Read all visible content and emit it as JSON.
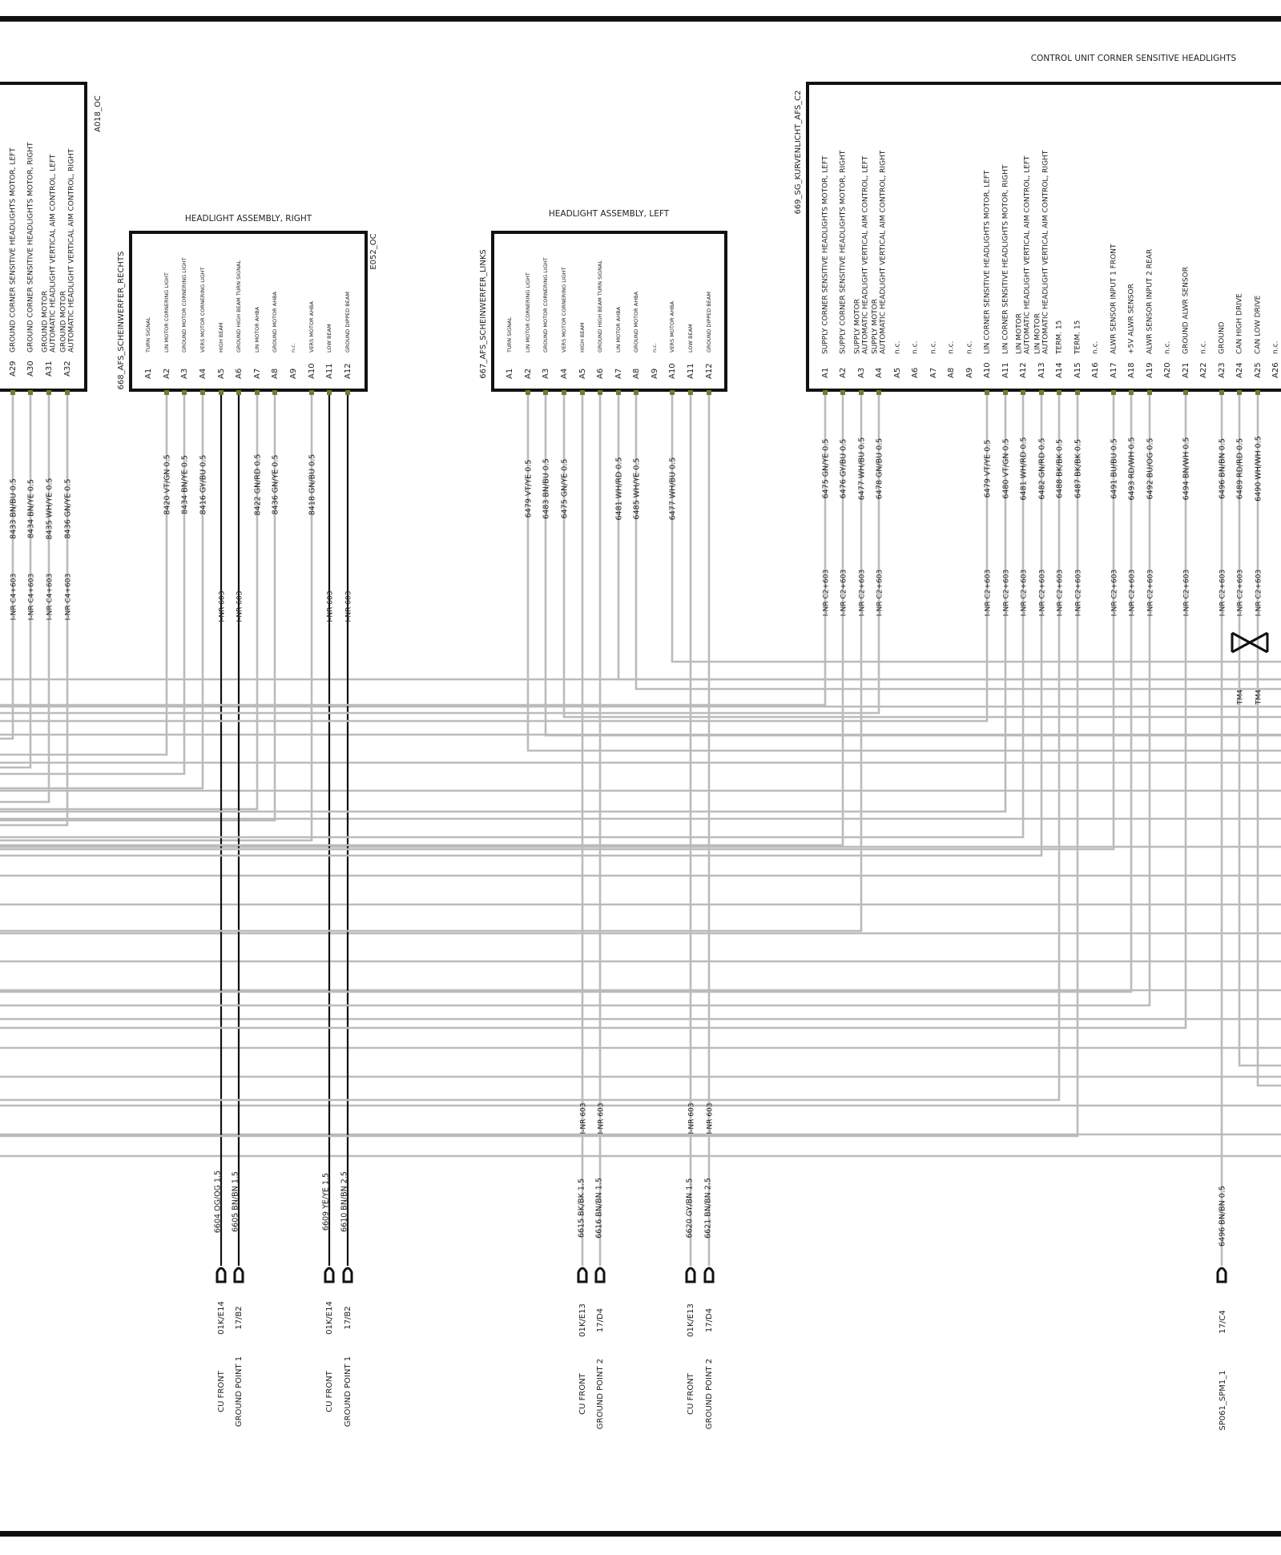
{
  "control_unit": {
    "title": "CONTROL UNIT  CORNER SENSITIVE HEADLIGHTS",
    "connector_id": "669_SG_KURVENLICHT_AFS_C2",
    "pins": [
      {
        "pin": "A1",
        "fn": "SUPPLY  CORNER SENSITIVE HEADLIGHTS   MOTOR, LEFT",
        "wire": "6475 GN/YE 0.5",
        "splice": "I-NR C2+603"
      },
      {
        "pin": "A2",
        "fn": "SUPPLY  CORNER SENSITIVE HEADLIGHTS   MOTOR, RIGHT",
        "wire": "6476 GY/BU 0.5",
        "splice": "I-NR C2+603"
      },
      {
        "pin": "A3",
        "fn": "SUPPLY   MOTOR\nAUTOMATIC HEADLIGHT VERTICAL AIM CONTROL, LEFT",
        "wire": "6477 WH/BU 0.5",
        "splice": "I-NR C2+603"
      },
      {
        "pin": "A4",
        "fn": "SUPPLY   MOTOR\nAUTOMATIC HEADLIGHT VERTICAL AIM CONTROL, RIGHT",
        "wire": "6478 GN/BU 0.5",
        "splice": "I-NR C2+603"
      },
      {
        "pin": "A5",
        "fn": "n.c.",
        "wire": "",
        "splice": ""
      },
      {
        "pin": "A6",
        "fn": "n.c.",
        "wire": "",
        "splice": ""
      },
      {
        "pin": "A7",
        "fn": "n.c.",
        "wire": "",
        "splice": ""
      },
      {
        "pin": "A8",
        "fn": "n.c.",
        "wire": "",
        "splice": ""
      },
      {
        "pin": "A9",
        "fn": "n.c.",
        "wire": "",
        "splice": ""
      },
      {
        "pin": "A10",
        "fn": "LIN    CORNER SENSITIVE HEADLIGHTS    MOTOR, LEFT",
        "wire": "6479 VT/YE 0.5",
        "splice": "I-NR C2+603"
      },
      {
        "pin": "A11",
        "fn": "LIN    CORNER SENSITIVE HEADLIGHTS    MOTOR, RIGHT",
        "wire": "6480 VT/GN 0.5",
        "splice": "I-NR C2+603"
      },
      {
        "pin": "A12",
        "fn": "LIN    MOTOR\nAUTOMATIC HEADLIGHT VERTICAL AIM CONTROL, LEFT",
        "wire": "6481 WH/RD 0.5",
        "splice": "I-NR C2+603"
      },
      {
        "pin": "A13",
        "fn": "LIN    MOTOR\nAUTOMATIC HEADLIGHT VERTICAL AIM CONTROL, RIGHT",
        "wire": "6482 GN/RD 0.5",
        "splice": "I-NR C2+603"
      },
      {
        "pin": "A14",
        "fn": "TERM. 15",
        "wire": "6488 BK/BK 0.5",
        "splice": "I-NR C2+603"
      },
      {
        "pin": "A15",
        "fn": "TERM. 15",
        "wire": "6487 BK/BK 0.5",
        "splice": "I-NR C2+603"
      },
      {
        "pin": "A16",
        "fn": "n.c.",
        "wire": "",
        "splice": ""
      },
      {
        "pin": "A17",
        "fn": "ALWR SENSOR  INPUT  1  FRONT",
        "wire": "6491 BU/BU 0.5",
        "splice": "I-NR C2+603"
      },
      {
        "pin": "A18",
        "fn": "+5V ALWR SENSOR",
        "wire": "6493 RD/WH 0.5",
        "splice": "I-NR C2+603"
      },
      {
        "pin": "A19",
        "fn": "ALWR SENSOR   INPUT  2  REAR",
        "wire": "6492 BU/OG 0.5",
        "splice": "I-NR C2+603"
      },
      {
        "pin": "A20",
        "fn": "n.c.",
        "wire": "",
        "splice": ""
      },
      {
        "pin": "A21",
        "fn": "GROUND ALWR SENSOR",
        "wire": "6494 BN/WH 0.5",
        "splice": "I-NR C2+603"
      },
      {
        "pin": "A22",
        "fn": "n.c.",
        "wire": "",
        "splice": ""
      },
      {
        "pin": "A23",
        "fn": "GROUND",
        "wire": "6496 BN/BN 0.5",
        "splice": "I-NR C2+603"
      },
      {
        "pin": "A24",
        "fn": "CAN HIGH  DRIVE",
        "wire": "6489 RD/RD 0.5",
        "splice": "I-NR C2+603"
      },
      {
        "pin": "A25",
        "fn": "CAN LOW  DRIVE",
        "wire": "6490 WH/WH 0.5",
        "splice": "I-NR C2+603"
      },
      {
        "pin": "A26",
        "fn": "n.c.",
        "wire": "",
        "splice": ""
      }
    ],
    "twist_labels": [
      "TM4",
      "TM4"
    ],
    "ground": {
      "wire": "6496 BN/BN 0.5",
      "ref": "17/C4",
      "name": "SP061_SPM1_1"
    }
  },
  "left_partial": {
    "connector_id": "A018_OC",
    "pins": [
      {
        "pin": "A29",
        "fn": "GROUND  CORNER SENSITIVE HEADLIGHTS   MOTOR, LEFT",
        "wire": "8433 BN/BU 0.5",
        "splice": "I-NR C4+603"
      },
      {
        "pin": "A30",
        "fn": "GROUND  CORNER SENSITIVE HEADLIGHTS   MOTOR, RIGHT",
        "wire": "8434 BN/YE 0.5",
        "splice": "I-NR C4+603"
      },
      {
        "pin": "A31",
        "fn": "GROUND MOTOR\nAUTOMATIC HEADLIGHT VERTICAL AIM CONTROL, LEFT",
        "wire": "8435 WH/YE 0.5",
        "splice": "I-NR C4+603"
      },
      {
        "pin": "A32",
        "fn": "GROUND MOTOR\nAUTOMATIC HEADLIGHT VERTICAL AIM CONTROL, RIGHT",
        "wire": "8436 GN/YE 0.5",
        "splice": "I-NR C4+603"
      }
    ]
  },
  "headlight_right": {
    "title": "HEADLIGHT ASSEMBLY, RIGHT",
    "connector_id": "668_AFS_SCHEINWERFER_RECHTS",
    "ref": "E052_OC",
    "pins": [
      {
        "pin": "A1",
        "fn": "TURN SIGNAL",
        "wire": "",
        "splice": ""
      },
      {
        "pin": "A2",
        "fn": "LIN MOTOR CORNERING LIGHT",
        "wire": "8420 VT/GN 0.5",
        "splice": ""
      },
      {
        "pin": "A3",
        "fn": "GROUND MOTOR CORNERING LIGHT",
        "wire": "8434 BN/YE 0.5",
        "splice": ""
      },
      {
        "pin": "A4",
        "fn": "VERS MOTOR CORNERING LIGHT",
        "wire": "8416 GY/BU 0.5",
        "splice": ""
      },
      {
        "pin": "A5",
        "fn": "HIGH BEAM",
        "wire": "",
        "splice": "I-NR 603"
      },
      {
        "pin": "A6",
        "fn": "GROUND HIGH BEAM  TURN SIGNAL",
        "wire": "",
        "splice": "I-NR 603"
      },
      {
        "pin": "A7",
        "fn": "LIN MOTOR AHBA",
        "wire": "8422 GN/RD 0.5",
        "splice": ""
      },
      {
        "pin": "A8",
        "fn": "GROUND MOTOR AHBA",
        "wire": "8436 GN/YE 0.5",
        "splice": ""
      },
      {
        "pin": "A9",
        "fn": "n.c.",
        "wire": "",
        "splice": ""
      },
      {
        "pin": "A10",
        "fn": "VERS MOTOR AHBA",
        "wire": "8418 GN/BU 0.5",
        "splice": ""
      },
      {
        "pin": "A11",
        "fn": "LOW BEAM",
        "wire": "",
        "splice": "I-NR 603"
      },
      {
        "pin": "A12",
        "fn": "GROUND DIPPED BEAM",
        "wire": "",
        "splice": "I-NR 603"
      }
    ],
    "grounds": [
      {
        "wire": "6604 OG/OG 1.5",
        "ref": "01K/E14",
        "name": "CU FRONT"
      },
      {
        "wire": "6605 BN/BN 1.5",
        "ref": "17/B2",
        "name": "GROUND POINT 1"
      },
      {
        "wire": "6609 YE/YE 1.5",
        "ref": "01K/E14",
        "name": "CU FRONT"
      },
      {
        "wire": "6610 BN/BN 2.5",
        "ref": "17/B2",
        "name": "GROUND POINT 1"
      }
    ]
  },
  "headlight_left": {
    "title": "HEADLIGHT ASSEMBLY, LEFT",
    "connector_id": "667_AFS_SCHEINWERFER_LINKS",
    "pins": [
      {
        "pin": "A1",
        "fn": "TURN SIGNAL",
        "wire": "",
        "splice": ""
      },
      {
        "pin": "A2",
        "fn": "LIN MOTOR CORNERING LIGHT",
        "wire": "6479 VT/YE 0.5",
        "splice": ""
      },
      {
        "pin": "A3",
        "fn": "GROUND MOTOR CORNERING LIGHT",
        "wire": "6483 BN/BU 0.5",
        "splice": ""
      },
      {
        "pin": "A4",
        "fn": "VERS MOTOR CORNERING LIGHT",
        "wire": "6475 GN/YE 0.5",
        "splice": ""
      },
      {
        "pin": "A5",
        "fn": "HIGH BEAM",
        "wire": "",
        "splice": "I-NR 603"
      },
      {
        "pin": "A6",
        "fn": "GROUND HIGH BEAM  TURN SIGNAL",
        "wire": "",
        "splice": "I-NR 603"
      },
      {
        "pin": "A7",
        "fn": "LIN MOTOR AHBA",
        "wire": "6481 WH/RD 0.5",
        "splice": ""
      },
      {
        "pin": "A8",
        "fn": "GROUND MOTOR AHBA",
        "wire": "6485 WH/YE 0.5",
        "splice": ""
      },
      {
        "pin": "A9",
        "fn": "n.c.",
        "wire": "",
        "splice": ""
      },
      {
        "pin": "A10",
        "fn": "VERS MOTOR AHBA",
        "wire": "6477 WH/BU 0.5",
        "splice": ""
      },
      {
        "pin": "A11",
        "fn": "LOW BEAM",
        "wire": "",
        "splice": "I-NR 603"
      },
      {
        "pin": "A12",
        "fn": "GROUND DIPPED BEAM",
        "wire": "",
        "splice": "I-NR 603"
      }
    ],
    "grounds": [
      {
        "wire": "6615 BK/BK 1.5",
        "ref": "01K/E13",
        "name": "CU FRONT"
      },
      {
        "wire": "6616 BN/BN 1.5",
        "ref": "17/D4",
        "name": "GROUND POINT 2"
      },
      {
        "wire": "6620 GY/BN 1.5",
        "ref": "01K/E13",
        "name": "CU FRONT"
      },
      {
        "wire": "6621 BN/BN 2.5",
        "ref": "17/D4",
        "name": "GROUND POINT 2"
      }
    ]
  },
  "colors": {
    "wire": "#bbbbbb",
    "frame": "#111111",
    "terminal": "#7a7a2a"
  }
}
